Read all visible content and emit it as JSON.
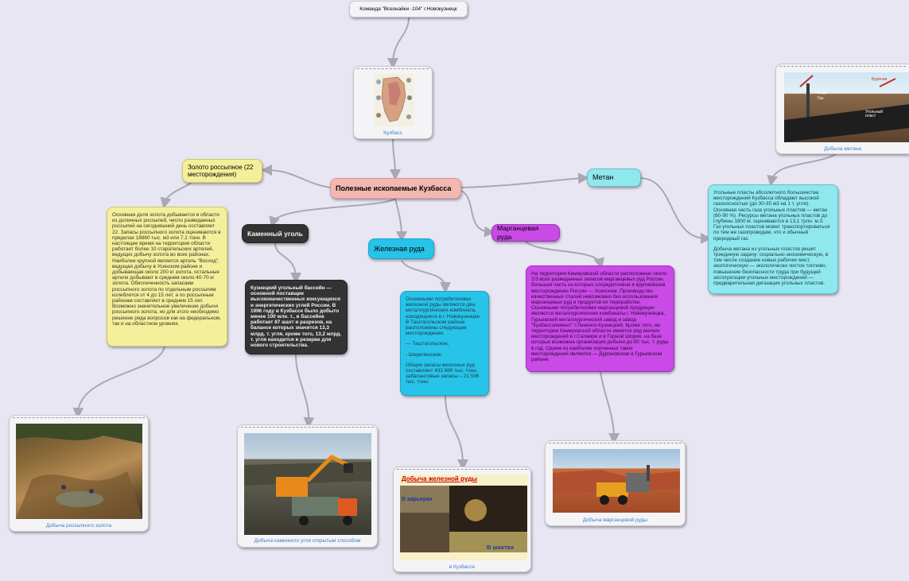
{
  "root": {
    "label": "Команда \"Всезнайки -104\" г.Новокузнецк"
  },
  "kuzbass": {
    "caption": "Кузбасс"
  },
  "center": {
    "label": "Полезные ископаемые Кузбасса"
  },
  "gold": {
    "label": "Золото россыпное  (22 месторождения)",
    "note": "Основная доля золота добывается в области из долинных россыпей, число разведанных россыпей на сегодняшний день составляет 22. Запасы россыпного золота оцениваются в пределах 18860 тыс. м3 или 7,1 тонн. В настоящее время на территории области работает более 10 старательских артелей, ведущих добычу золота во всех районах. Наиболее крупной является артель \"Восход\", ведущая добычу в Усинском районе и добывающая около 200 кг золота, остальные артели добывают в среднем около 40-70 кг золота. Обеспеченность запасами россыпного золота по отдельным россыпям колеблется от 4 до 15 лет, а по россыпным районам составляет в среднем 15 лет. Возможно значительное увеличение добычи россыпного золота, но для этого необходимо решение ряда вопросов как на федеральном, так и на областном уровнях.",
    "caption": "Добыча россыпного золота"
  },
  "coal": {
    "label": "Каменный уголь",
    "note": "Кузнецкий угольный бассейн — основной поставщик высококачественных коксующихся и энергетических углей России. В 1996 году в Кузбассе было добыто менее 100 млн. т., в бассейне работает 87 шахт и разрезов, на балансе которых значится 13,3 млрд. т. угля, кроме того, 13,2 млрд. т. угля находится в резерве для нового строительства.",
    "caption": "Добыча каменного угля открытым способом"
  },
  "iron": {
    "label": "Железная руда",
    "note1": "Основными потребителями железной руды являются два металлургических комбината, находящиеся в г. Новокузнецке. В Таштагольском районе расположены следующие месторождения:",
    "item1": "— Таштагольское;",
    "item2": "-   Шерегешское.",
    "note2": "Общие запасы железных руд составляют 433 989 тыс. тонн, забалансовые запасы – 21 596 тыс. тонн.",
    "img_title": "Добыча железной руды",
    "img_left": "В карьерах",
    "img_right": "В шахтах",
    "caption": "в Кузбассе"
  },
  "manganese": {
    "label": "Марганцевая руда",
    "note": "На территории Кемеровской области расположено около 2/3 всех разведанных запасов марганцевых руд России, большая часть из которых сосредоточена в крупнейшем месторождении России — Усинском. Производство качественных сталей невозможно без использования марганцевых руд и продуктов их переработки. Основными потребителями марганцевой продукции являются металлургические комбинаты г. Новокузнецка, Гурьевский металлургический завод и завод \"Кузбассэлемент\" г.Ленинск-Кузнецкий. Кроме того, на территории Кемеровской области имеется ряд мелких месторождений в г.Салаире и в Горной Шории, на базе которых возможна организация добычи до 50 тыс. т. руды в год. Одним из наиболее изученных таких месторождений является — Дуроновское в Гурьевском районе.",
    "caption": "Добыча марганцевой руды"
  },
  "methane": {
    "label": "Метан",
    "note1": "Угольные пласты абсолютного большинства месторождений Кузбасса обладают высокой газоносностью (до 30-35 м3 на 1 т. угля). Основная часть газа угольных пластов — метан (80-90 %). Ресурсы метана угольных пластов до глубины 1800 м. оцениваются в 13,1 трлн. м.3. Газ угольных пластов может транспортироваться по тем же газопроводам, что и обычный природный газ.",
    "note2": "Добыча метана из угольных пластов решит триединую задачу: социально-экономическую, в том числе создание новых рабочих мест, экологическую — экологически чистое топливо, повышение безопасности труда при будущей эксплуатации угольных месторождений — предварительная дегазация угольных пластов.",
    "img_l1": "Вода",
    "img_l2": "Газ",
    "img_l3": "Угольный пласт",
    "img_l4": "Бурение",
    "caption": "Добыча метана"
  },
  "colors": {
    "center": "#f2b8b0",
    "gold": "#f4ef9a",
    "coal": "#333333",
    "iron": "#27c3e8",
    "manganese": "#c94ae6",
    "methane": "#8fe8ee",
    "link": "#a8a8b4",
    "caption": "#3a7dd0"
  }
}
